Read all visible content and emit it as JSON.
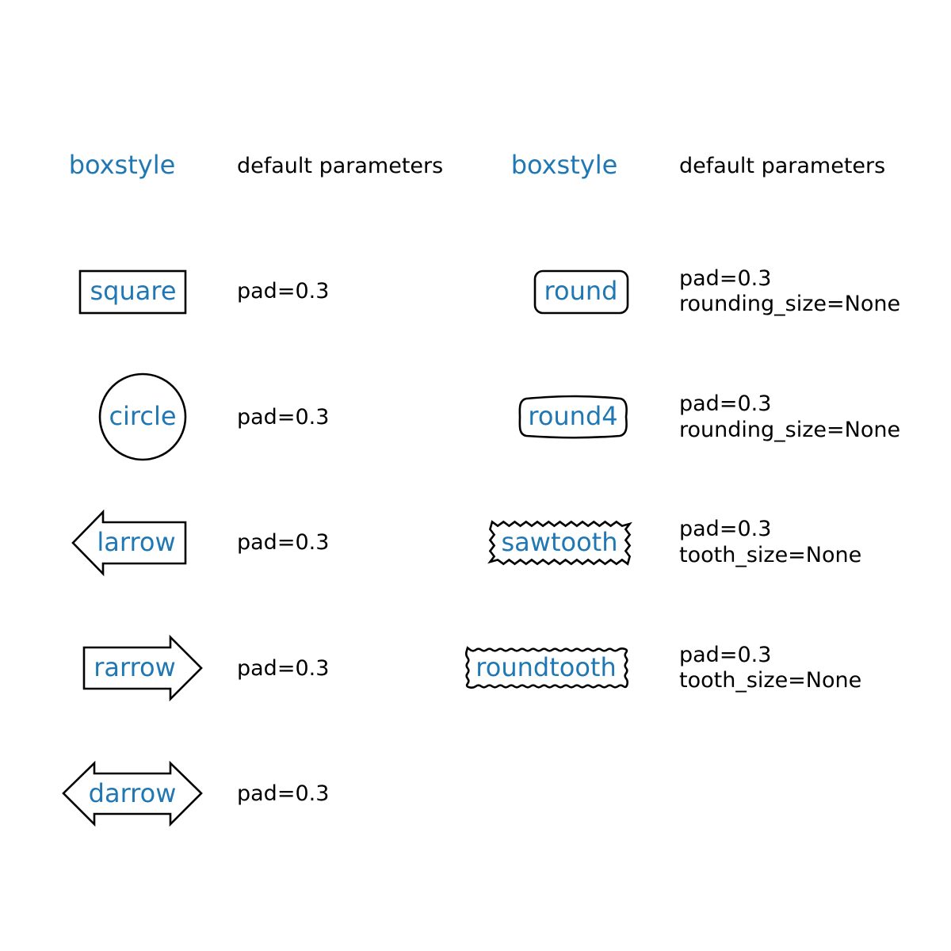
{
  "colors": {
    "label": "#1f77b4",
    "text": "#000000",
    "outline": "#000000",
    "background": "#ffffff"
  },
  "columns": [
    {
      "header_style": "boxstyle",
      "header_params": "default parameters",
      "rows": [
        {
          "shape": "square",
          "label": "square",
          "params": [
            "pad=0.3"
          ]
        },
        {
          "shape": "circle",
          "label": "circle",
          "params": [
            "pad=0.3"
          ]
        },
        {
          "shape": "larrow",
          "label": "larrow",
          "params": [
            "pad=0.3"
          ]
        },
        {
          "shape": "rarrow",
          "label": "rarrow",
          "params": [
            "pad=0.3"
          ]
        },
        {
          "shape": "darrow",
          "label": "darrow",
          "params": [
            "pad=0.3"
          ]
        }
      ]
    },
    {
      "header_style": "boxstyle",
      "header_params": "default parameters",
      "rows": [
        {
          "shape": "round",
          "label": "round",
          "params": [
            "pad=0.3",
            "rounding_size=None"
          ]
        },
        {
          "shape": "round4",
          "label": "round4",
          "params": [
            "pad=0.3",
            "rounding_size=None"
          ]
        },
        {
          "shape": "sawtooth",
          "label": "sawtooth",
          "params": [
            "pad=0.3",
            "tooth_size=None"
          ]
        },
        {
          "shape": "roundtooth",
          "label": "roundtooth",
          "params": [
            "pad=0.3",
            "tooth_size=None"
          ]
        }
      ]
    }
  ]
}
